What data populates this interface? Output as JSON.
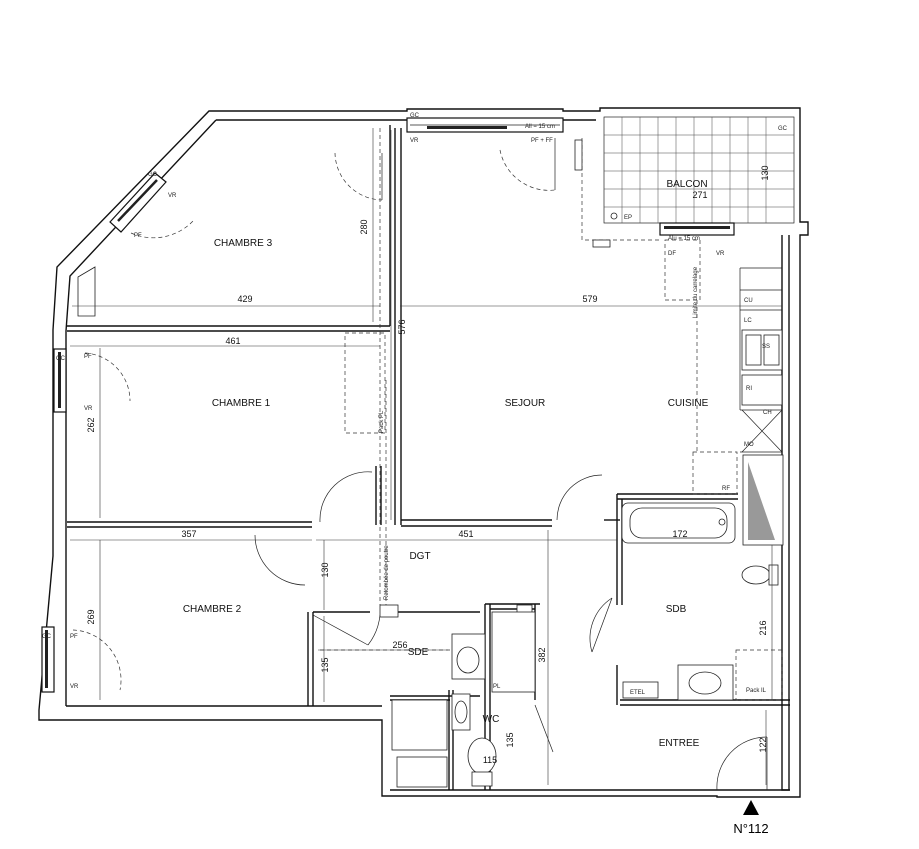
{
  "rooms": {
    "chambre3": "CHAMBRE 3",
    "chambre1": "CHAMBRE 1",
    "chambre2": "CHAMBRE 2",
    "sejour": "SEJOUR",
    "cuisine": "CUISINE",
    "balcon": "BALCON",
    "dgt": "DGT",
    "sdb": "SDB",
    "sde": "SDE",
    "wc": "WC",
    "entree": "ENTREE"
  },
  "dimensions": {
    "d429": "429",
    "d579": "579",
    "d461": "461",
    "d357": "357",
    "d451": "451",
    "d172": "172",
    "d256": "256",
    "d280": "280",
    "d576": "576",
    "d262": "262",
    "d269": "269",
    "d130": "130",
    "d135a": "135",
    "d382": "382",
    "d135b": "135",
    "d115": "115",
    "d122": "122",
    "d216": "216",
    "d271": "271",
    "d130b": "130"
  },
  "labels": {
    "gc_top": "GC",
    "vr_top": "VR",
    "pf_ff": "PF + FF",
    "all_15": "All = 15 cm",
    "ep": "EP",
    "df": "DF",
    "vr_b": "VR",
    "all_b": "Alu = 15 cm",
    "cu": "CU",
    "lc": "LC",
    "ss": "SS",
    "ri": "RI",
    "mo": "MO",
    "rf": "RF",
    "pl1": "PL",
    "etel": "ETEL",
    "pack_il": "Pack IL",
    "pack_pl": "Pack PL",
    "retombee": "Retombée de poutre",
    "limite": "Limite du carrelage",
    "gc_l1": "GC",
    "pf_l1": "PF",
    "vr_l1": "VR",
    "gc_l2": "GC",
    "pf_l2": "PF",
    "vr_l2": "VR",
    "gc_c3": "GC",
    "vr_c3": "VR",
    "pf_c3": "PF",
    "gc_balc": "GC",
    "ch": "CH"
  },
  "north": {
    "label": "N°112"
  }
}
